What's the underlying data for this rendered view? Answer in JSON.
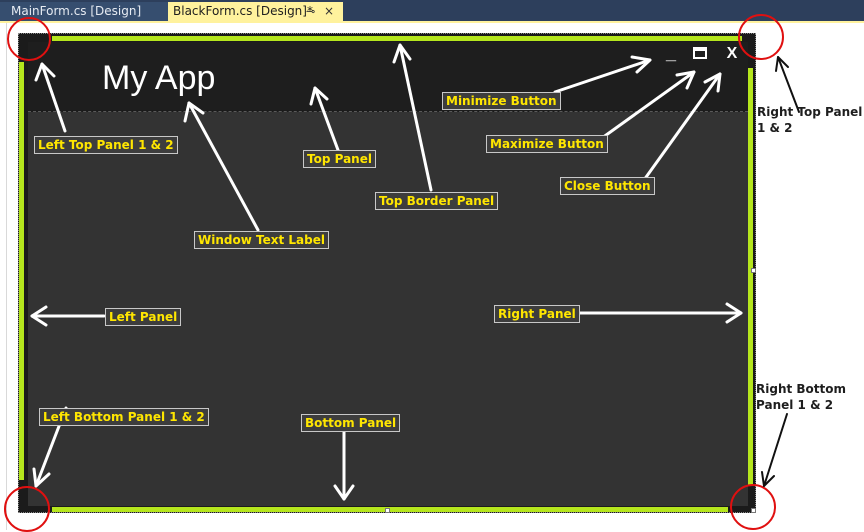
{
  "tabs": [
    {
      "label": "MainForm.cs [Design]",
      "active": false
    },
    {
      "label": "BlackForm.cs [Design]*",
      "active": true
    }
  ],
  "tab_controls": {
    "pin_glyph": "⊸",
    "close_glyph": "×"
  },
  "form": {
    "title_text": "My App",
    "minimize_glyph": "_",
    "close_glyph": "X"
  },
  "callouts": {
    "left_top_panel": "Left Top Panel 1 & 2",
    "top_panel": "Top Panel",
    "window_text_label": "Window Text Label",
    "top_border_panel": "Top Border Panel",
    "minimize_button": "Minimize Button",
    "maximize_button": "Maximize Button",
    "close_button": "Close Button",
    "left_panel": "Left Panel",
    "right_panel": "Right Panel",
    "left_bottom_panel": "Left Bottom Panel 1 & 2",
    "bottom_panel": "Bottom Panel",
    "right_top_panel_line1": "Right Top Panel",
    "right_top_panel_line2": "1 & 2",
    "right_bottom_panel_line1": "Right Bottom",
    "right_bottom_panel_line2": "Panel 1 & 2"
  },
  "colors": {
    "tab_bar": "#2d3f5c",
    "active_tab": "#fff29d",
    "highlight_border": "#b5e61d",
    "circle_marker": "#e01010",
    "callout_text": "#ffe600",
    "form_title_bar": "#1e1e1e",
    "form_body": "#333333"
  }
}
